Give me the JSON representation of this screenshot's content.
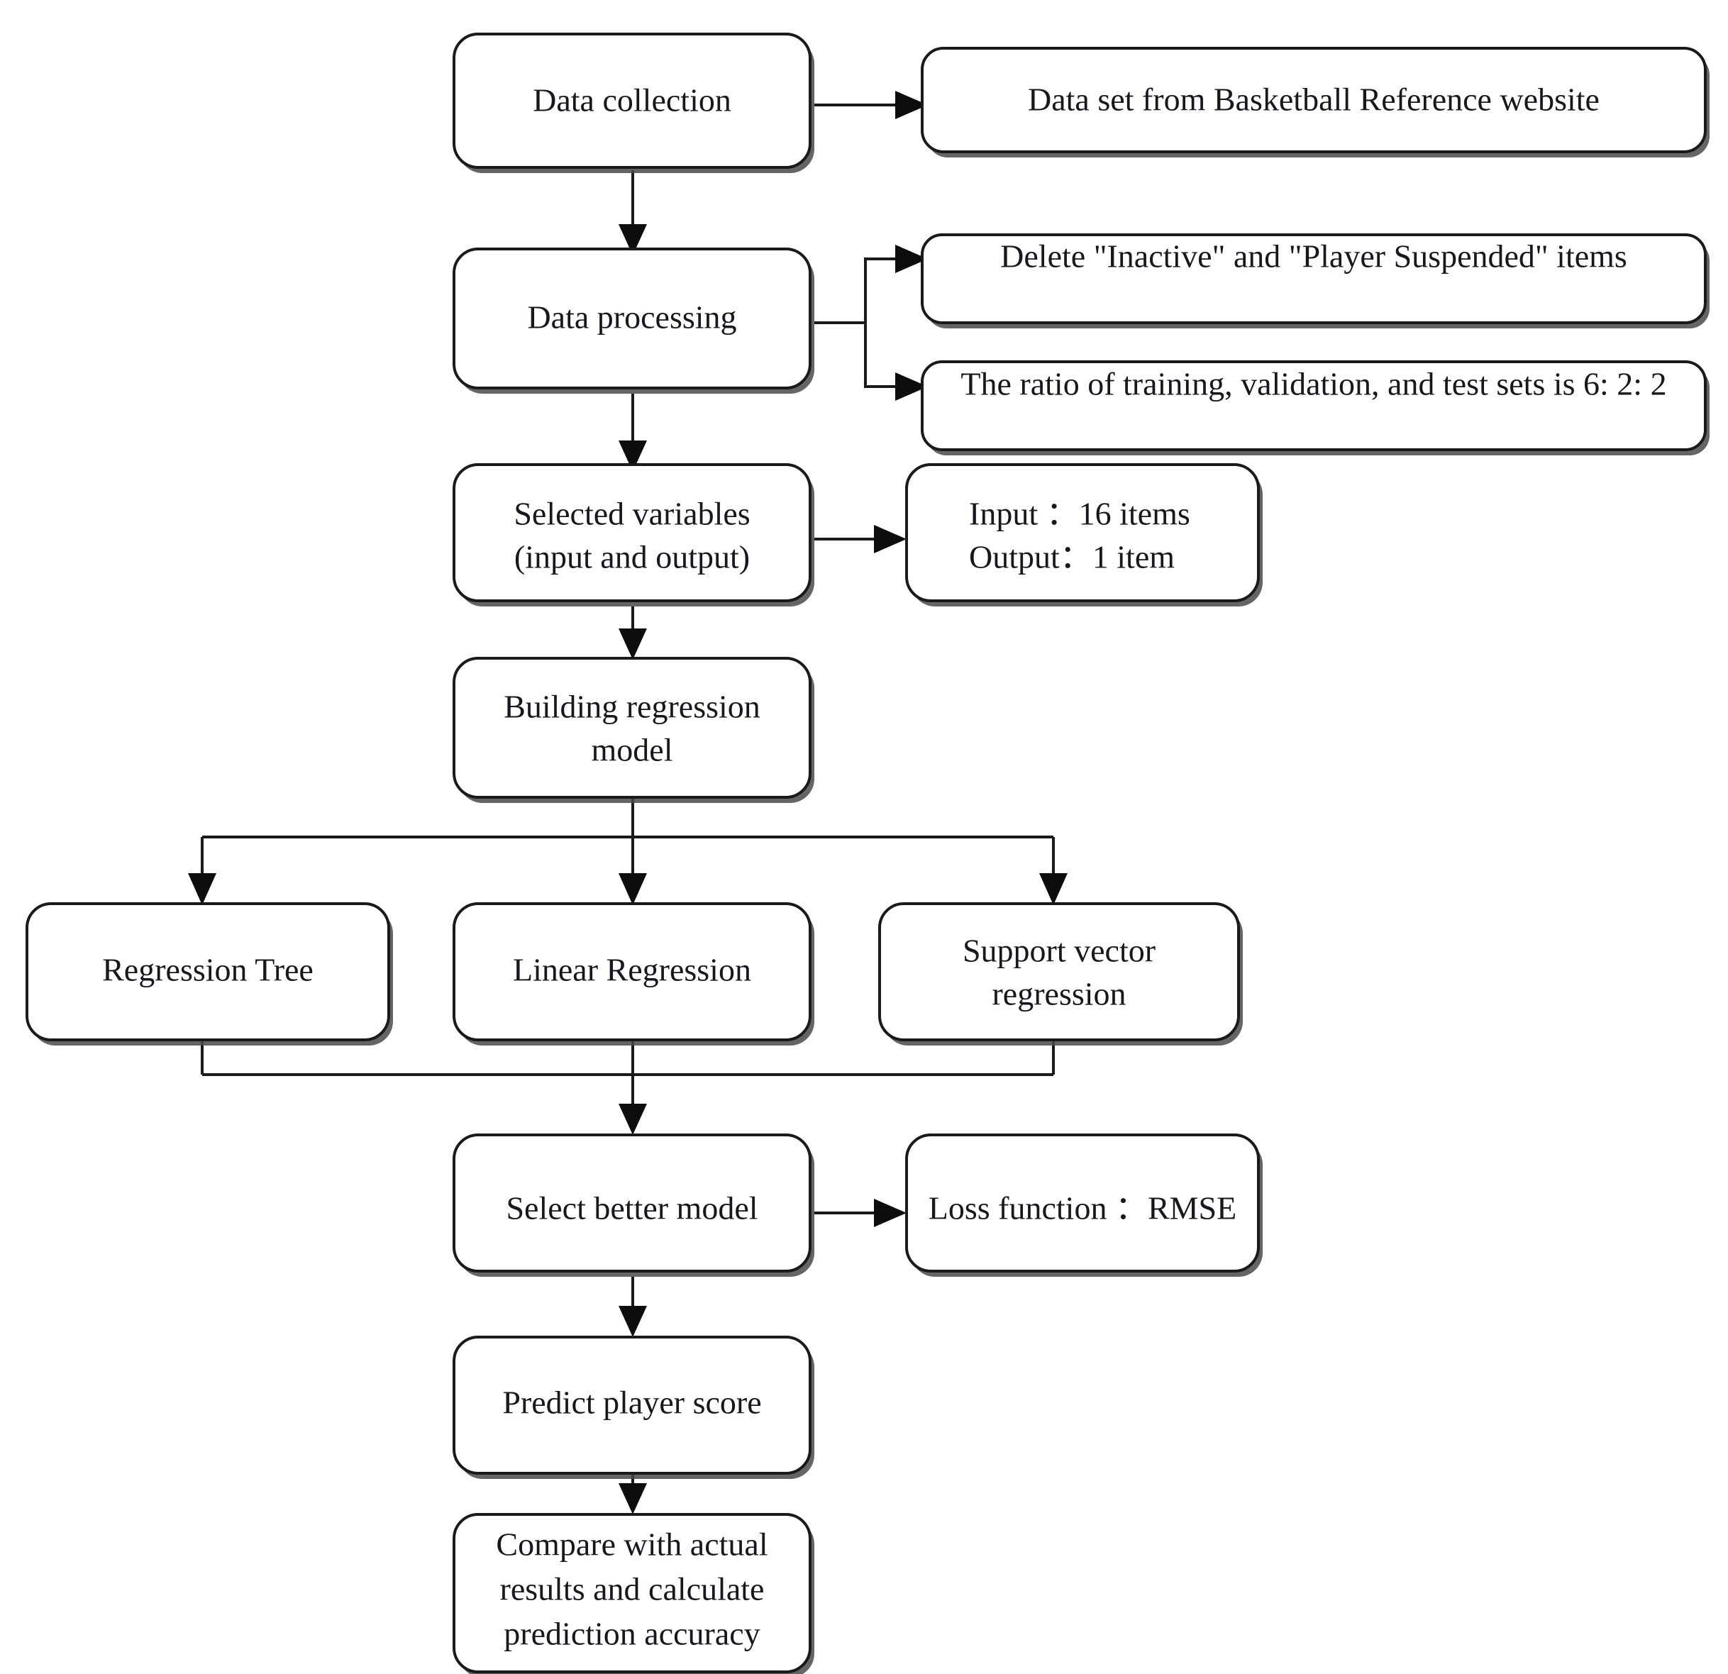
{
  "diagram": {
    "title": "Regression modeling workflow for basketball player score prediction",
    "type": "flowchart",
    "orientation": "top-to-bottom",
    "background_color": "#ffffff",
    "node_fill": "#ffffff",
    "node_stroke": "#1a1a1a",
    "text_color": "#15181f"
  },
  "nodes": {
    "data_collection": {
      "label": "Data collection"
    },
    "data_source": {
      "label": "Data set from Basketball Reference website"
    },
    "data_processing": {
      "label": "Data processing"
    },
    "delete_items": {
      "label": "Delete \"Inactive\" and \"Player Suspended\" items"
    },
    "split_ratio": {
      "label": "The ratio of training, validation, and test sets is 6: 2: 2"
    },
    "selected_variables": {
      "line1": "Selected variables",
      "line2": "(input and output)"
    },
    "variable_counts": {
      "line1": "Input ：16 items",
      "line2": "Output：1 item"
    },
    "building_model": {
      "line1": "Building regression",
      "line2": "model"
    },
    "regression_tree": {
      "label": "Regression Tree"
    },
    "linear_regression": {
      "label": "Linear Regression"
    },
    "support_vector_regression": {
      "line1": "Support vector",
      "line2": "regression"
    },
    "select_better_model": {
      "label": "Select better model"
    },
    "loss_function": {
      "label": "Loss function ：RMSE"
    },
    "predict_player_score": {
      "label": "Predict player score"
    },
    "compare_results": {
      "line1": "Compare with actual",
      "line2": "results and calculate",
      "line3": "prediction accuracy"
    }
  },
  "edges": [
    {
      "from": "data_collection",
      "to": "data_source",
      "kind": "horizontal-arrow"
    },
    {
      "from": "data_collection",
      "to": "data_processing",
      "kind": "vertical-arrow"
    },
    {
      "from": "data_processing",
      "to": "delete_items",
      "kind": "branch-arrow"
    },
    {
      "from": "data_processing",
      "to": "split_ratio",
      "kind": "branch-arrow"
    },
    {
      "from": "data_processing",
      "to": "selected_variables",
      "kind": "vertical-arrow"
    },
    {
      "from": "selected_variables",
      "to": "variable_counts",
      "kind": "horizontal-arrow"
    },
    {
      "from": "selected_variables",
      "to": "building_model",
      "kind": "vertical-arrow"
    },
    {
      "from": "building_model",
      "to": "regression_tree",
      "kind": "bus-arrow"
    },
    {
      "from": "building_model",
      "to": "linear_regression",
      "kind": "bus-arrow"
    },
    {
      "from": "building_model",
      "to": "support_vector_regression",
      "kind": "bus-arrow"
    },
    {
      "from": "regression_tree",
      "to": "select_better_model",
      "kind": "merge-arrow"
    },
    {
      "from": "linear_regression",
      "to": "select_better_model",
      "kind": "merge-arrow"
    },
    {
      "from": "support_vector_regression",
      "to": "select_better_model",
      "kind": "merge-arrow"
    },
    {
      "from": "select_better_model",
      "to": "loss_function",
      "kind": "horizontal-arrow"
    },
    {
      "from": "select_better_model",
      "to": "predict_player_score",
      "kind": "vertical-arrow"
    },
    {
      "from": "predict_player_score",
      "to": "compare_results",
      "kind": "vertical-arrow"
    }
  ]
}
